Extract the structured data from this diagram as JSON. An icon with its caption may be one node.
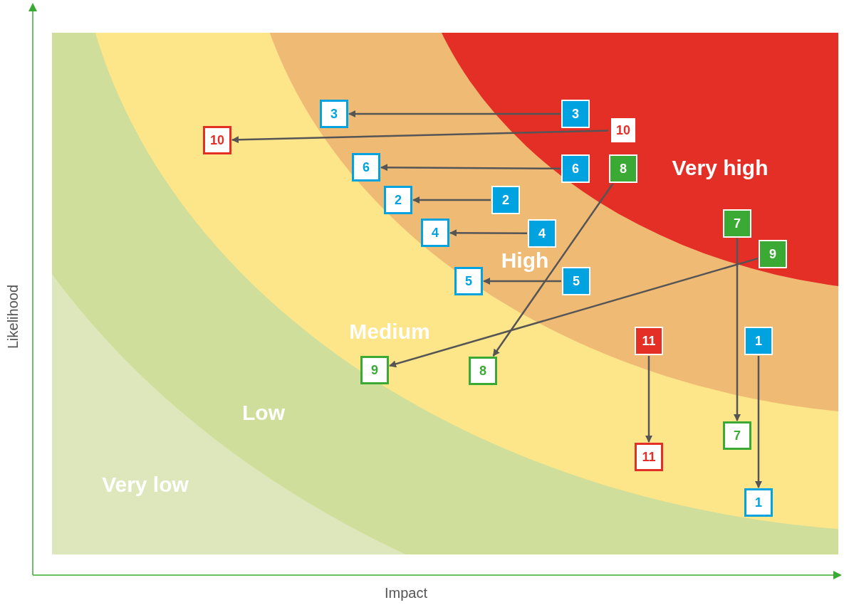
{
  "diagram": {
    "nodes": [
      {
        "text": [
          "3"
        ]
      },
      {
        "text": [
          "3"
        ]
      },
      {
        "text": [
          "10"
        ]
      },
      {
        "text": [
          "10"
        ]
      },
      {
        "text": [
          "6"
        ]
      },
      {
        "text": [
          "6"
        ]
      },
      {
        "text": [
          "8"
        ]
      },
      {
        "text": [
          "2"
        ]
      },
      {
        "text": [
          "2"
        ]
      },
      {
        "text": [
          "7"
        ]
      },
      {
        "text": [
          "4"
        ]
      },
      {
        "text": [
          "4"
        ]
      },
      {
        "text": [
          "9"
        ]
      },
      {
        "text": [
          "5"
        ]
      },
      {
        "text": [
          "5"
        ]
      },
      {
        "text": [
          "11"
        ]
      },
      {
        "text": [
          "1"
        ]
      },
      {
        "text": [
          "9"
        ]
      },
      {
        "text": [
          "8"
        ]
      },
      {
        "text": [
          "7"
        ]
      },
      {
        "text": [
          "11"
        ]
      },
      {
        "text": [
          "1"
        ]
      }
    ],
    "edges": [
      {
        "from": 1,
        "to": 0,
        "arrow": "to"
      },
      {
        "from": 2,
        "to": 3,
        "arrow": "to"
      },
      {
        "from": 5,
        "to": 4,
        "arrow": "to"
      },
      {
        "from": 6,
        "to": 18,
        "arrow": "to"
      },
      {
        "from": 8,
        "to": 7,
        "arrow": "to"
      },
      {
        "from": 11,
        "to": 10,
        "arrow": "to"
      },
      {
        "from": 14,
        "to": 13,
        "arrow": "to"
      },
      {
        "from": 9,
        "to": 19,
        "arrow": "to"
      },
      {
        "from": 12,
        "to": 17,
        "arrow": "to"
      },
      {
        "from": 15,
        "to": 20,
        "arrow": "to"
      },
      {
        "from": 16,
        "to": 21,
        "arrow": "to"
      }
    ],
    "labels": [
      "Very high",
      "High",
      "Medium",
      "Low",
      "Very low",
      "Likelihood",
      "Impact"
    ]
  }
}
